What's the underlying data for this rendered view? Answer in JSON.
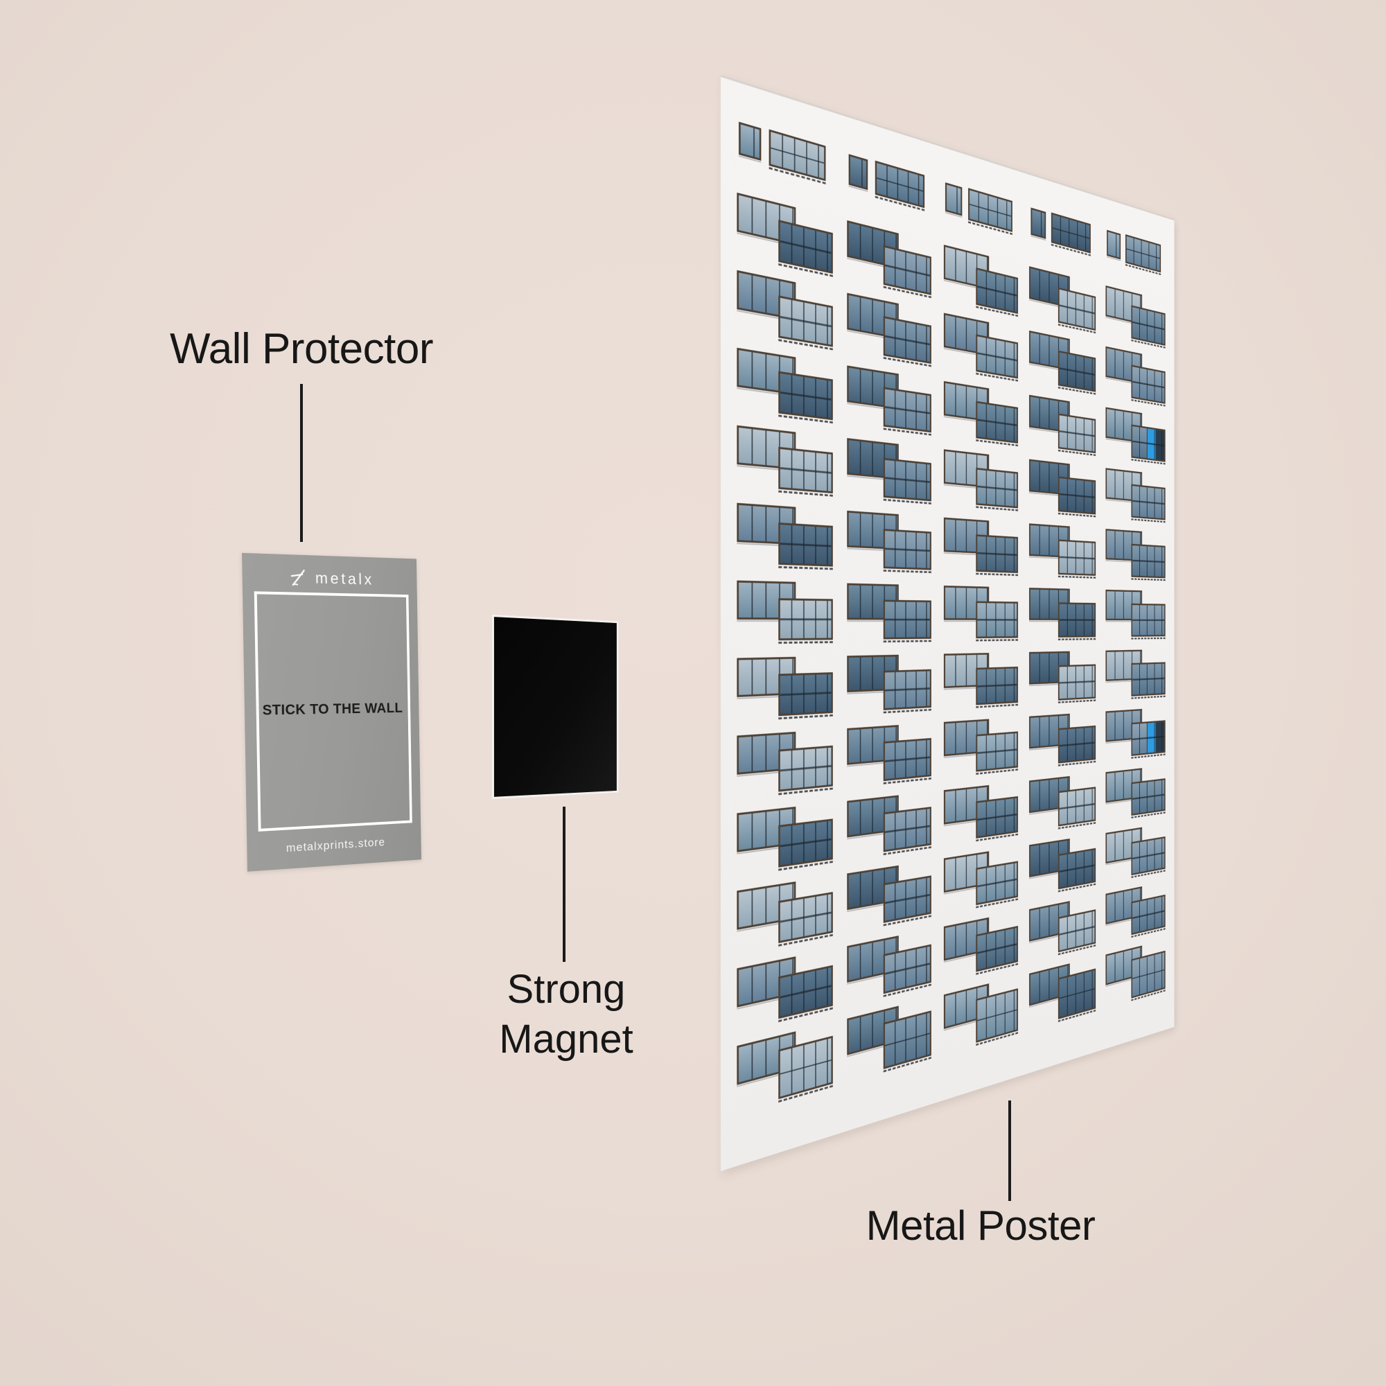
{
  "canvas": {
    "background": "#e9dcd4",
    "text_color": "#171717",
    "callout_line_color": "#1b1b1b"
  },
  "labels": {
    "wall_protector": "Wall Protector",
    "strong_magnet": "Strong\nMagnet",
    "metal_poster": "Metal Poster"
  },
  "card": {
    "brand": "metalx",
    "message": "STICK TO THE WALL",
    "website": "metalxprints.store",
    "surface_color": "#9b9b99",
    "frame_color": "#ffffff",
    "message_color": "#1d1d1d"
  },
  "magnet": {
    "color": "#0b0b0b",
    "edge_color": "#f4f1ed"
  },
  "poster": {
    "facade_color": "#f3f1ef",
    "window_frame_color": "#4d4136",
    "mullion_color": "#1c242c",
    "rows": 13,
    "cols": 5,
    "glass_top": [
      "#9fb3c2",
      "#7f99ad",
      "#b7c5cf",
      "#6d8ba0",
      "#8fa5b6",
      "#5a7890"
    ],
    "glass_bottom": [
      "#6d8ba0",
      "#55738c",
      "#93a8b7",
      "#46627a",
      "#64819a",
      "#3c566d"
    ],
    "accent_glass": "#2f9ce0",
    "accent_cells": [
      [
        3,
        4
      ],
      [
        8,
        4
      ]
    ]
  }
}
